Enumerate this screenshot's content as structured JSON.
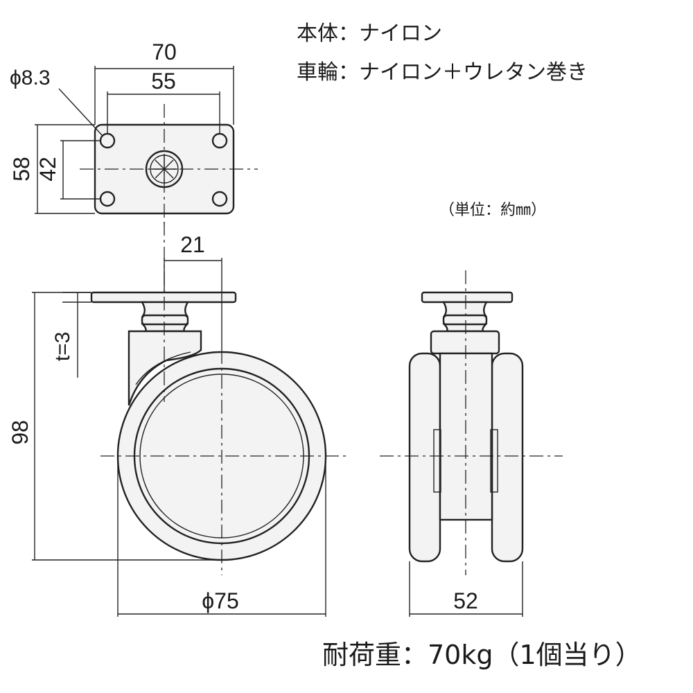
{
  "spec": {
    "body_material": "本体：ナイロン",
    "wheel_material": "車輪：ナイロン＋ウレタン巻き",
    "unit_note": "（単位：約㎜）",
    "load_capacity": "耐荷重：70kg（1個当り）"
  },
  "dimensions": {
    "plate_width": "70",
    "hole_pitch_width": "55",
    "hole_diameter": "ϕ8.3",
    "plate_depth": "58",
    "hole_pitch_depth": "42",
    "offset": "21",
    "plate_thickness": "t=3",
    "total_height": "98",
    "wheel_diameter": "ϕ75",
    "wheel_width": "52"
  }
}
